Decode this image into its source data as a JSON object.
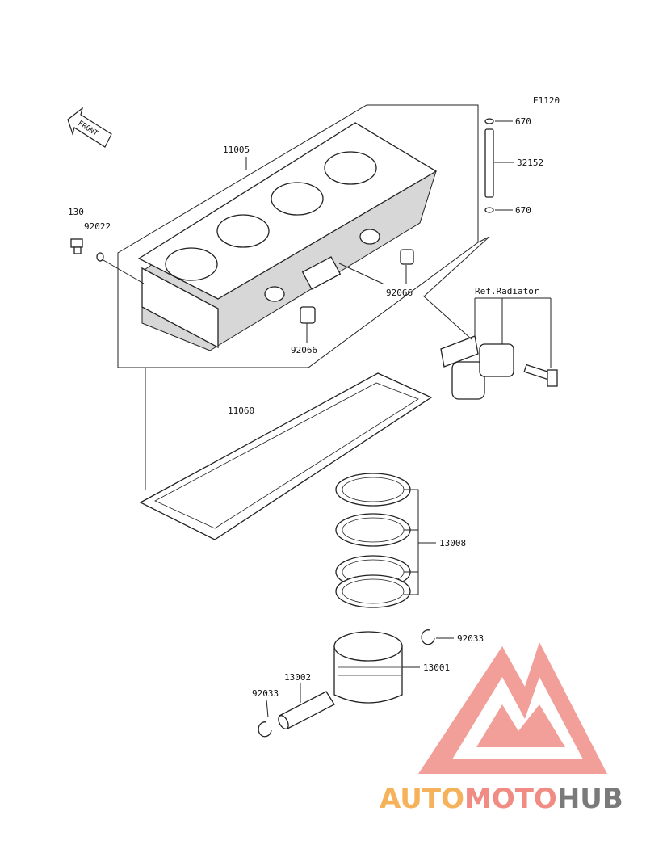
{
  "diagram": {
    "code": "E1120",
    "front_label": "FRONT",
    "ref_label": "Ref.Radiator",
    "parts": {
      "p11005": "11005",
      "p130": "130",
      "p92022": "92022",
      "p670a": "670",
      "p32152": "32152",
      "p670b": "670",
      "p92066a": "92066",
      "p92066b": "92066",
      "p11060": "11060",
      "p13008": "13008",
      "p92033a": "92033",
      "p13001": "13001",
      "p13002": "13002",
      "p92033b": "92033"
    }
  },
  "watermark": {
    "part1": "AUTO",
    "part2": "MOTO",
    "part3": "HUB",
    "color1": "#f5b25a",
    "color2": "#f08c84",
    "color3": "#7a7a7a"
  }
}
